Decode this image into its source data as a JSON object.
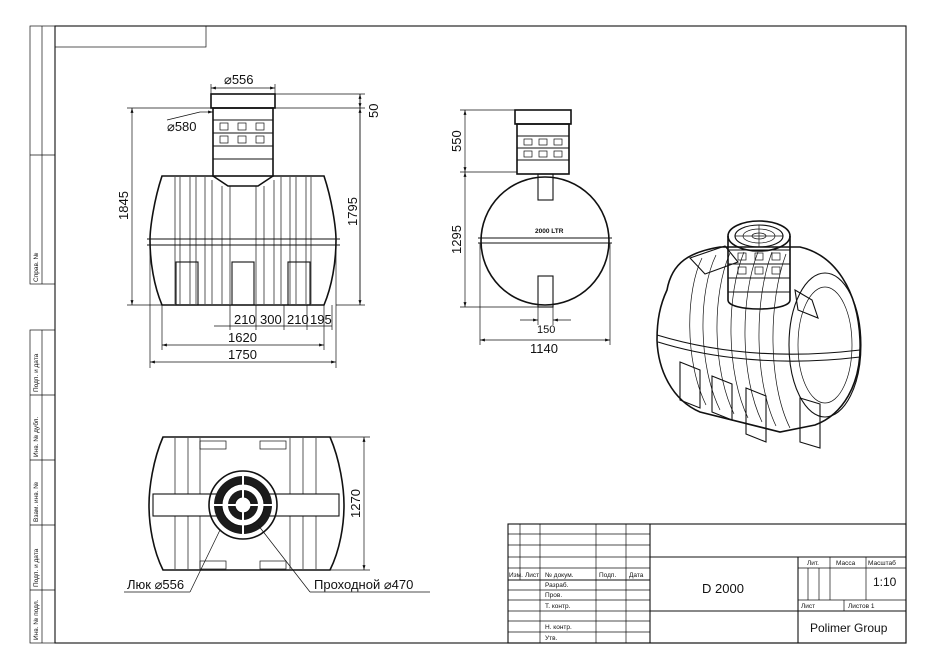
{
  "drawing": {
    "designation": "D 2000",
    "company": "Polimer Group",
    "scale": "1:10",
    "tank_label": "2000 LTR"
  },
  "dimensions": {
    "top_neck_diameter": "⌀556",
    "neck_collar_diameter": "⌀580",
    "neck_top_offset": "50",
    "overall_height": "1845",
    "body_height": "1795",
    "foot_spacing_1": "210",
    "foot_spacing_2": "300",
    "foot_spacing_3": "210",
    "foot_spacing_4": "195",
    "inner_length": "1620",
    "overall_length": "1750",
    "side_neck_height": "550",
    "side_body_height": "1295",
    "side_foot_width": "150",
    "side_width": "1140",
    "top_view_width": "1270",
    "hatch_label": "Люк ⌀556",
    "passage_label": "Проходной ⌀470"
  },
  "title_block": {
    "row_headers": [
      "Изм.",
      "Лист",
      "№ докум.",
      "Подп.",
      "Дата"
    ],
    "roles": [
      "Разраб.",
      "Пров.",
      "Т. контр.",
      "Н. контр.",
      "Утв."
    ],
    "lit_label": "Лит.",
    "mass_label": "Масса",
    "scale_label": "Масштаб",
    "sheet_label": "Лист",
    "sheets_label": "Листов 1"
  },
  "side_stamp": {
    "sprav": "Справ. №",
    "podp_data_1": "Подп. и дата",
    "inv_dubl": "Инв. № дубл.",
    "vzam_inv": "Взам. инв. №",
    "podp_data_2": "Подп. и дата",
    "inv_podl": "Инв. № подл."
  }
}
